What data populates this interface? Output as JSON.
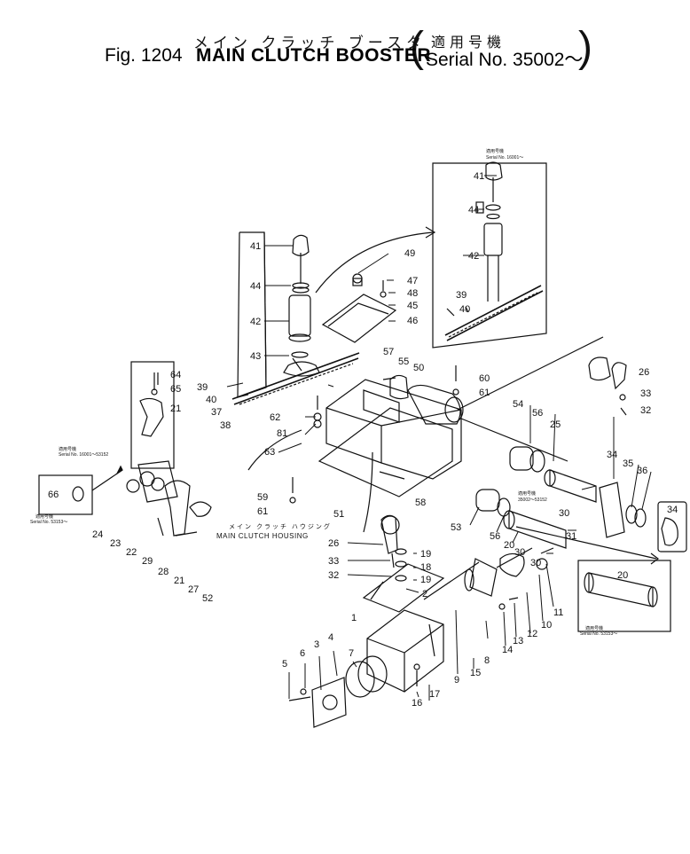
{
  "header": {
    "jp_title": "メイン クラッチ ブースタ",
    "jp_applicable": "適用号機",
    "figure_number": "Fig. 1204",
    "figure_title": "MAIN CLUTCH BOOSTER",
    "serial_text": "Serial No. 35002～"
  },
  "notes": {
    "housing_jp": "メイン クラッチ ハウジング",
    "housing_en": "MAIN CLUTCH HOUSING",
    "note_upper_jp": "適用号機",
    "note_upper_serial": "Serial No. 16001～",
    "note_left_jp": "適用号機",
    "note_left_serial": "Serial No. 16001～53152",
    "note_left2_jp": "適用号機",
    "note_left2_serial": "Serial No. 53153～",
    "note_mid_jp": "適用号機",
    "note_mid_serial": "35002～53152",
    "note_right_jp": "適用号機",
    "note_right_serial": "Serial No. 53153～"
  },
  "parts": [
    "1",
    "2",
    "3",
    "4",
    "5",
    "6",
    "7",
    "8",
    "9",
    "10",
    "11",
    "12",
    "13",
    "14",
    "15",
    "16",
    "17",
    "18",
    "19",
    "20",
    "21",
    "22",
    "23",
    "24",
    "25",
    "26",
    "27",
    "28",
    "29",
    "30",
    "31",
    "32",
    "33",
    "34",
    "35",
    "36",
    "37",
    "38",
    "39",
    "40",
    "41",
    "42",
    "43",
    "44",
    "45",
    "46",
    "47",
    "48",
    "49",
    "50",
    "51",
    "52",
    "53",
    "54",
    "55",
    "56",
    "57",
    "58",
    "59",
    "60",
    "61",
    "62",
    "63",
    "64",
    "65",
    "66"
  ]
}
